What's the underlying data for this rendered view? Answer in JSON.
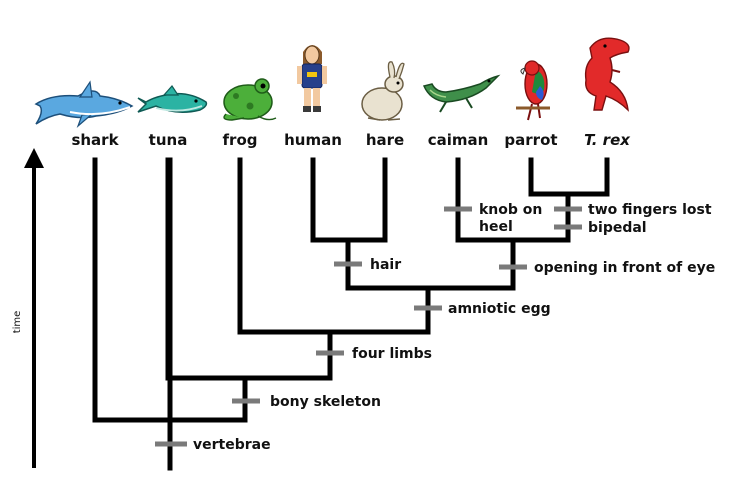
{
  "axis": {
    "label": "time"
  },
  "colors": {
    "branch": "#000000",
    "trait_marker": "#7a7a7a",
    "shark": "#5aa8e0",
    "tuna": "#2bb3a3",
    "frog": "#4caf3a",
    "human_shirt": "#27408b",
    "hare": "#e9e2d0",
    "caiman": "#3f8f4a",
    "parrot": "#e02828",
    "trex": "#e22a2a"
  },
  "taxa": [
    {
      "name": "shark",
      "icon": "shark-icon",
      "italic": false
    },
    {
      "name": "tuna",
      "icon": "tuna-icon",
      "italic": false
    },
    {
      "name": "frog",
      "icon": "frog-icon",
      "italic": false
    },
    {
      "name": "human",
      "icon": "human-icon",
      "italic": false
    },
    {
      "name": "hare",
      "icon": "hare-icon",
      "italic": false
    },
    {
      "name": "caiman",
      "icon": "caiman-icon",
      "italic": false
    },
    {
      "name": "parrot",
      "icon": "parrot-icon",
      "italic": false
    },
    {
      "name": "T. rex",
      "icon": "trex-icon",
      "italic": true
    }
  ],
  "traits": {
    "vertebrae": "vertebrae",
    "bony_skeleton": "bony skeleton",
    "four_limbs": "four limbs",
    "amniotic_egg": "amniotic egg",
    "hair": "hair",
    "opening_eye": "opening in front of eye",
    "knob_line1": "knob on",
    "knob_line2": "heel",
    "two_fingers": "two fingers lost",
    "bipedal": "bipedal"
  }
}
